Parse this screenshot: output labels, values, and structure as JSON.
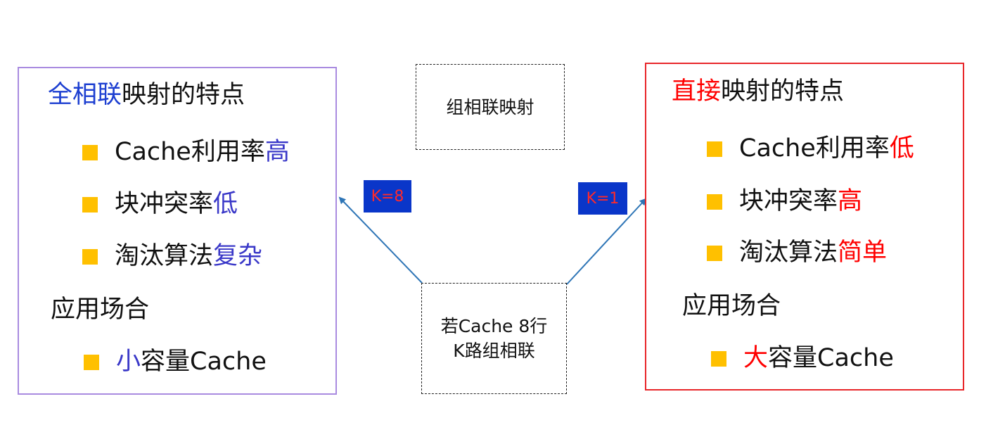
{
  "left_panel": {
    "title_highlight": "全相联",
    "title_rest": "映射的特点",
    "items": [
      {
        "text": "Cache利用率",
        "highlight": "高"
      },
      {
        "text": "块冲突率",
        "highlight": "低"
      },
      {
        "text": "淘汰算法",
        "highlight": "复杂"
      }
    ],
    "section_title": "应用场合",
    "application": {
      "highlight": "小",
      "text": "容量Cache"
    }
  },
  "right_panel": {
    "title_highlight": "直接",
    "title_rest": "映射的特点",
    "items": [
      {
        "text": "Cache利用率",
        "highlight": "低"
      },
      {
        "text": "块冲突率",
        "highlight": "高"
      },
      {
        "text": "淘汰算法",
        "highlight": "简单"
      }
    ],
    "section_title": "应用场合",
    "application": {
      "highlight": "大",
      "text": "容量Cache"
    }
  },
  "center": {
    "top_box_label": "组相联映射",
    "bottom_box_line1": "若Cache 8行",
    "bottom_box_line2": "K路组相联",
    "left_tag": "K=8",
    "right_tag": "K=1"
  },
  "colors": {
    "left_border": "#a98be0",
    "right_border": "#e8262a",
    "bullet": "#ffc000",
    "tag_bg": "#0a36c9",
    "tag_text": "#ff2a2a",
    "arrow": "#2e75b6",
    "left_highlight": "#1d3fd1",
    "right_highlight": "#ff0000"
  }
}
